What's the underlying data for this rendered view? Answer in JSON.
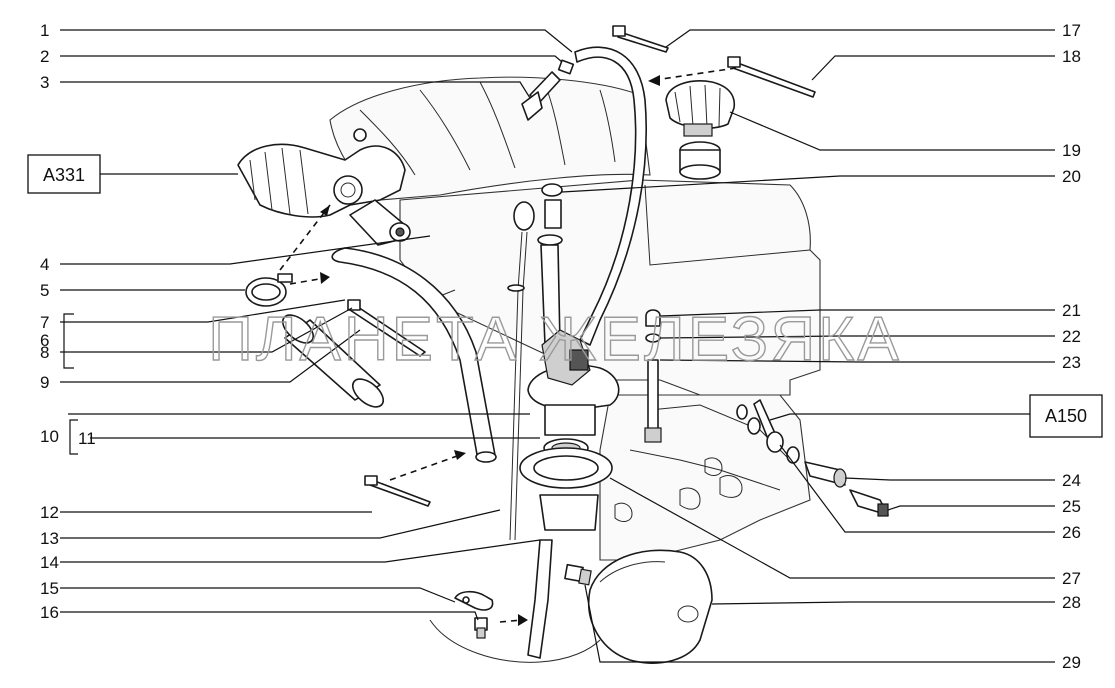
{
  "watermark": "ПЛАНЕТА ЖЕЛЕЗЯКА",
  "reference_boxes": [
    {
      "id": "ref-a331",
      "label": "A331"
    },
    {
      "id": "ref-a150",
      "label": "A150"
    }
  ],
  "callouts_left": [
    "1",
    "2",
    "3",
    "4",
    "5",
    "6",
    "7",
    "8",
    "9",
    "10",
    "11",
    "12",
    "13",
    "14",
    "15",
    "16"
  ],
  "callouts_right": [
    "17",
    "18",
    "19",
    "20",
    "21",
    "22",
    "23",
    "24",
    "25",
    "26",
    "27",
    "28",
    "29"
  ]
}
